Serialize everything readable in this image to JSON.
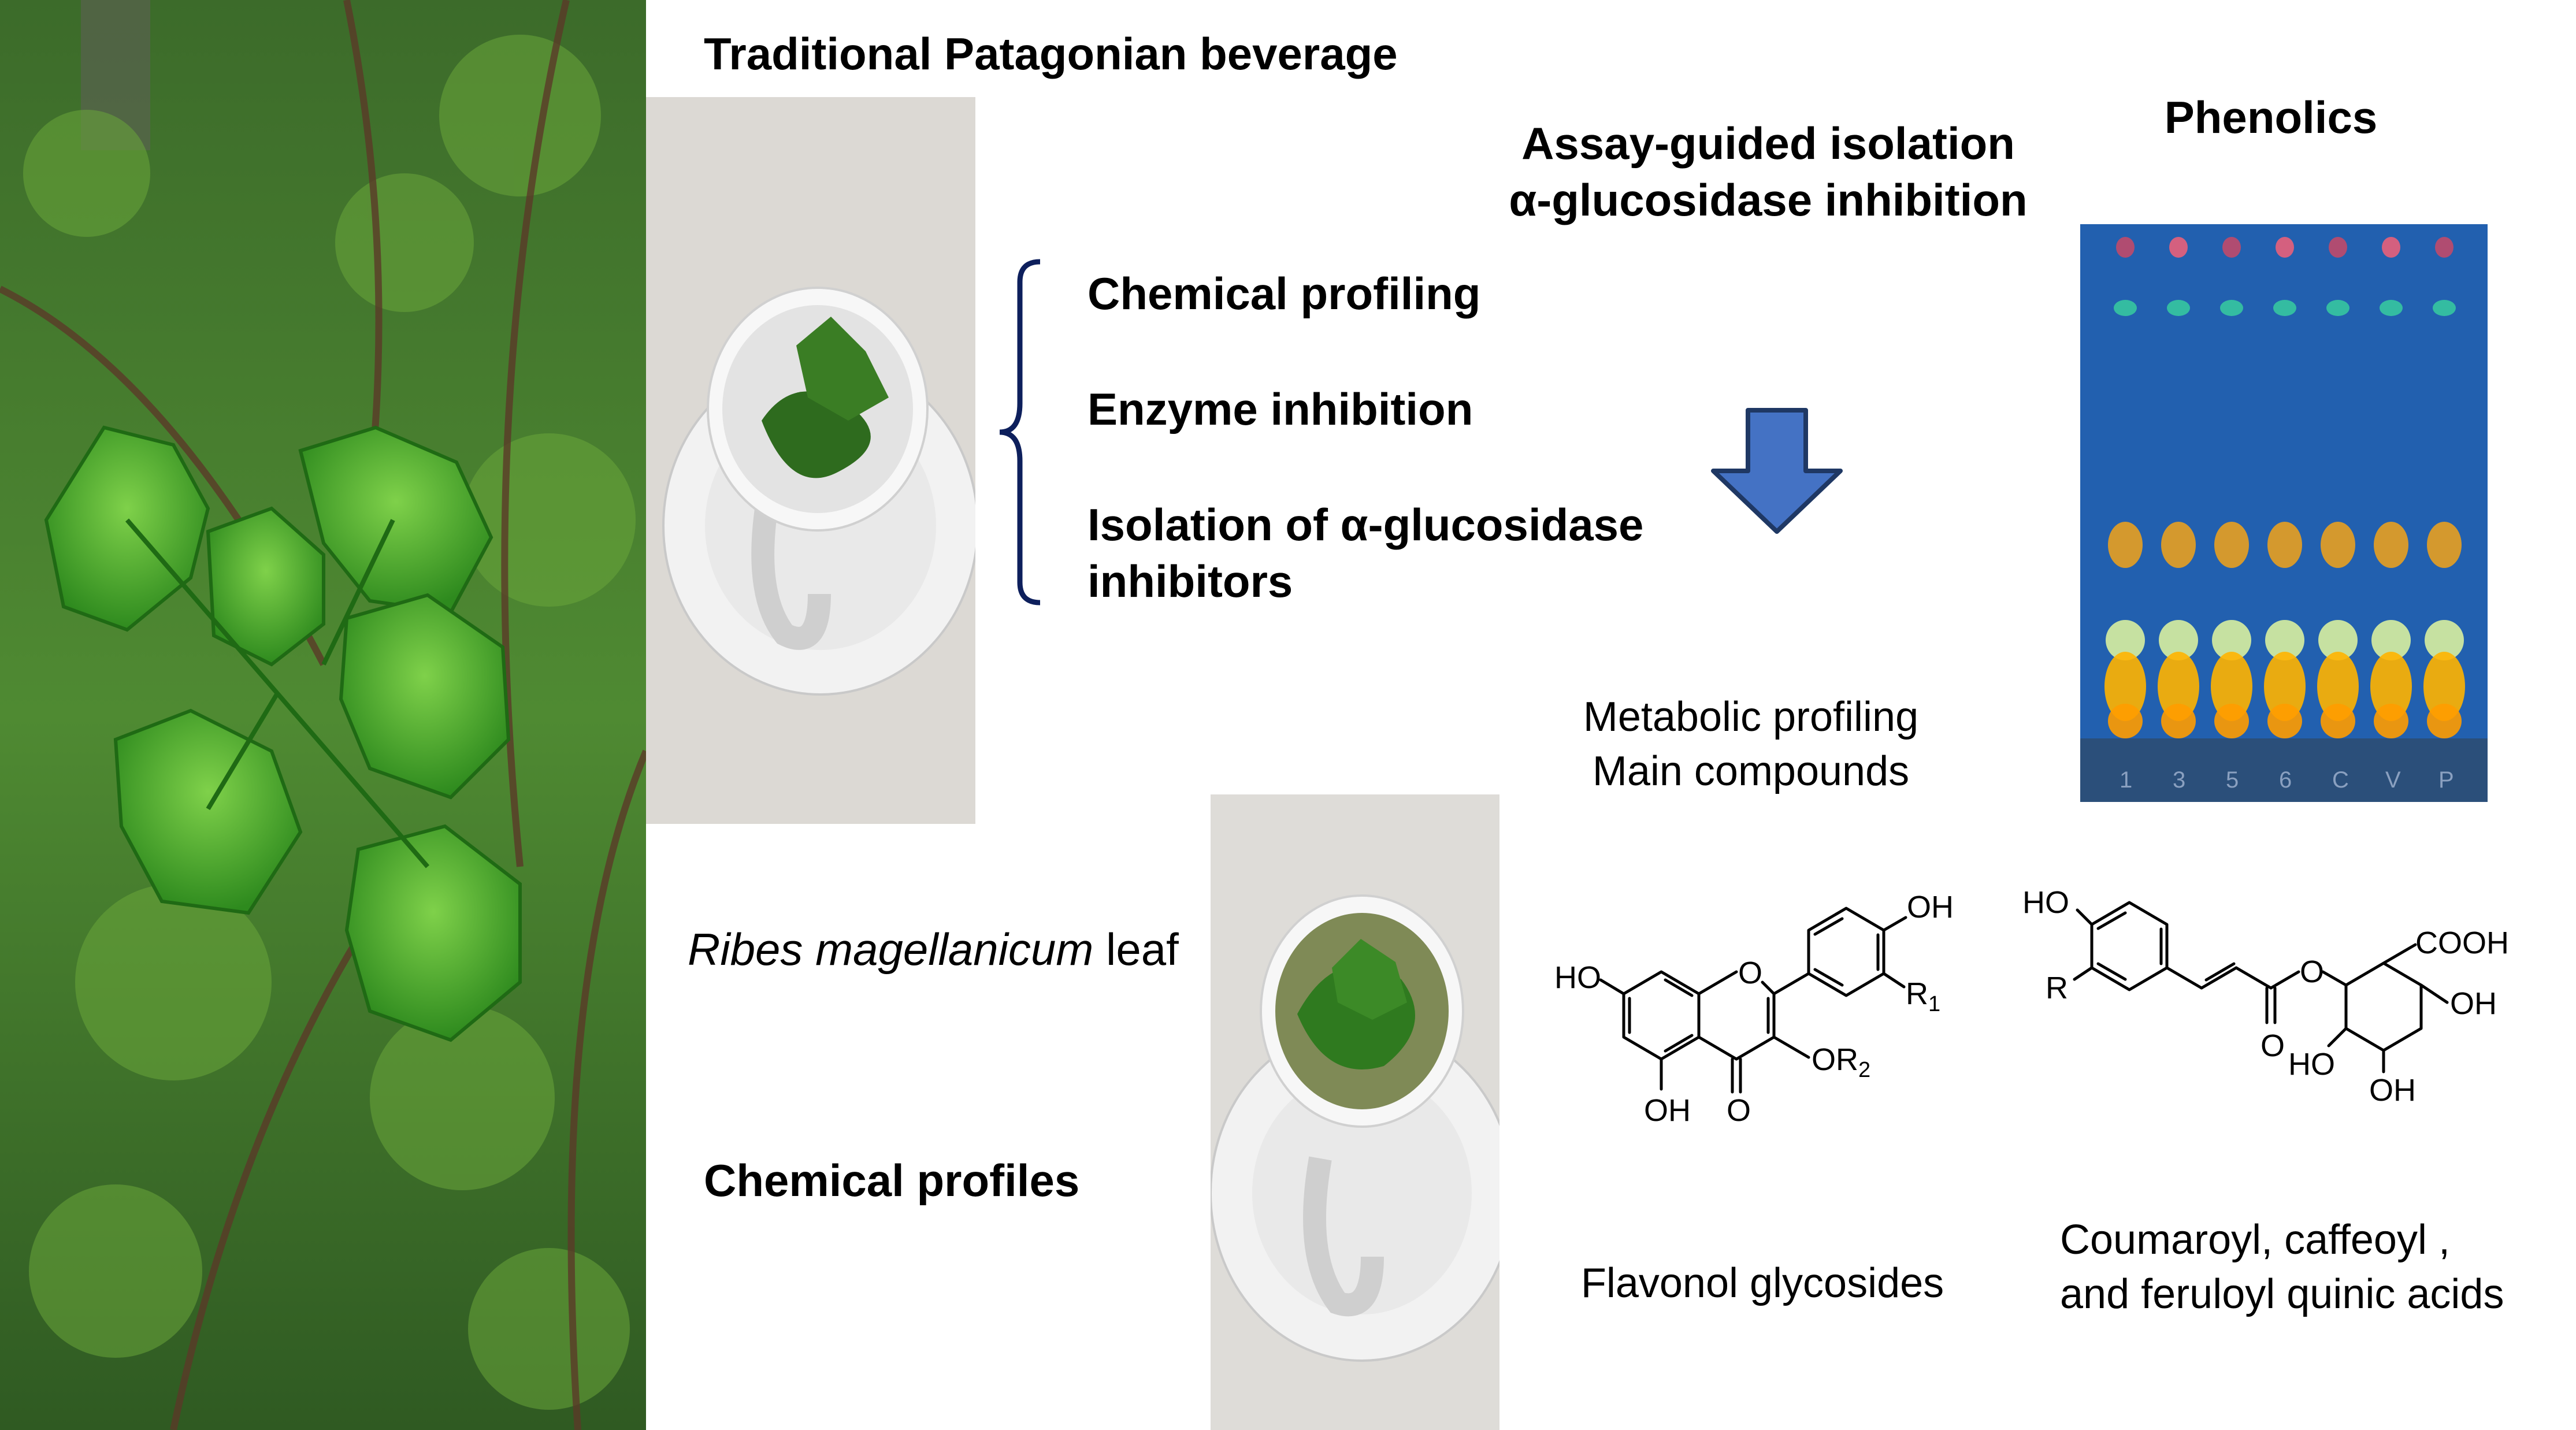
{
  "title": "Traditional Patagonian beverage",
  "branch_items": [
    "Chemical profiling",
    "Enzyme inhibition",
    "Isolation of α-glucosidase",
    "inhibitors"
  ],
  "assay": {
    "line1": "Assay-guided isolation",
    "line2": "α-glucosidase inhibition"
  },
  "phenolics_label": "Phenolics",
  "plant_label": {
    "italic": "Ribes magellanicum",
    "rest": " leaf"
  },
  "chemical_profiles_label": "Chemical profiles",
  "metabolic": {
    "line1": "Metabolic profiling",
    "line2": "Main compounds"
  },
  "flavonol_label": "Flavonol glycosides",
  "quinic": {
    "line1": "Coumaroyl, caffeoyl ,",
    "line2": "and feruloyl quinic acids"
  },
  "tlc_lane_marks": [
    "1",
    "3",
    "5",
    "6",
    "C",
    "V",
    "P"
  ],
  "flavonol_atoms": {
    "oh_top": "OH",
    "r1": "R",
    "r1_sub": "1",
    "ho_left": "HO",
    "o_ring": "O",
    "or2": "OR",
    "or2_sub": "2",
    "oh_bottom": "OH",
    "o_keto": "O"
  },
  "quinic_atoms": {
    "ho_top": "HO",
    "r": "R",
    "o_ester": "O",
    "o_carbonyl": "O",
    "cooh": "COOH",
    "oh_right": "OH",
    "ho_bottom": "HO",
    "oh_bottom": "OH"
  },
  "colors": {
    "bracket": "#0d1f5c",
    "arrow_fill": "#4472c4",
    "arrow_stroke": "#1f3864",
    "tlc_background": "#1f5aa8"
  },
  "icons": {
    "arrow": "down-arrow-icon",
    "bracket": "curly-bracket"
  }
}
